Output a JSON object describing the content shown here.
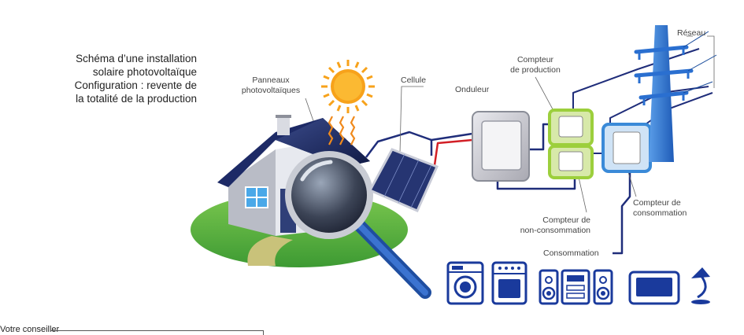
{
  "title": {
    "line1": "Schéma d’une installation",
    "line2": "solaire photovoltaïque",
    "line3": "Configuration : revente de",
    "line4": "la totalité de la production"
  },
  "labels": {
    "panneaux_1": "Panneaux",
    "panneaux_2": "photovoltaïques",
    "cellule": "Cellule",
    "onduleur": "Onduleur",
    "compteur_prod_1": "Compteur",
    "compteur_prod_2": "de production",
    "reseau": "Réseau",
    "compteur_noncons_1": "Compteur de",
    "compteur_noncons_2": "non-consommation",
    "compteur_cons_1": "Compteur de",
    "compteur_cons_2": "consommation",
    "consommation": "Consommation"
  },
  "footer": {
    "advisor": "Votre conseiller"
  },
  "colors": {
    "wire_blue": "#1f2d7a",
    "wire_red": "#d21f26",
    "appliance_blue": "#1a3a9c",
    "pylon_blue": "#2a6fd0",
    "meter_green": "#9ccf3c",
    "meter_blue": "#3a8ad8",
    "grass": "#4fae3c",
    "sun": "#f7a21b"
  },
  "icons": [
    "sun-icon",
    "house-icon",
    "magnifier-icon",
    "solar-cell-icon",
    "inverter-icon",
    "meter-icon",
    "power-pylon-icon",
    "washing-machine-icon",
    "oven-icon",
    "hifi-icon",
    "tv-icon",
    "lamp-icon"
  ]
}
